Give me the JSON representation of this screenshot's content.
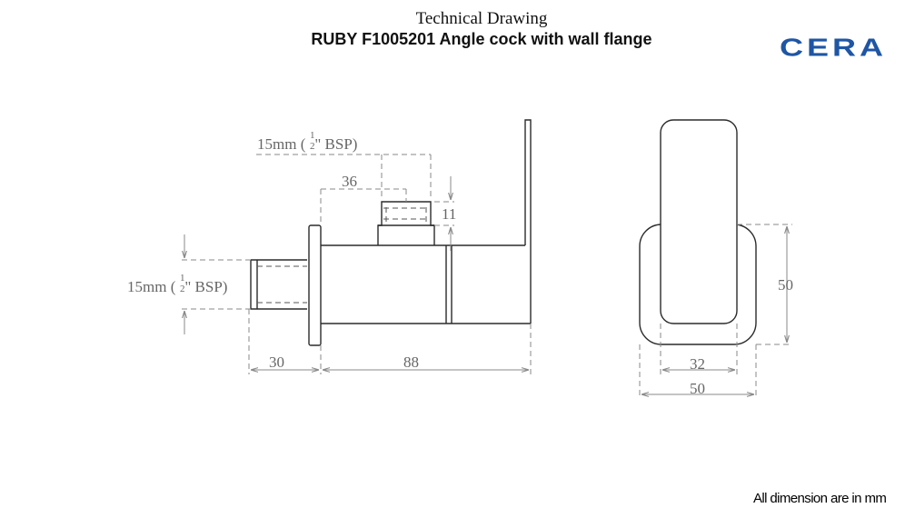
{
  "header": {
    "doc_type": "Technical Drawing",
    "product_title": "RUBY F1005201 Angle cock with wall flange"
  },
  "brand": {
    "logo_text": "CERA",
    "color": "#1e56a5"
  },
  "footnote": "All dimension are in mm",
  "side_view": {
    "dim_top_size": "15mm (",
    "dim_top_size_tail": "\" BSP)",
    "dim_left_size": "15mm (",
    "dim_left_size_tail": "\" BSP)",
    "fraction_num": "1",
    "fraction_den": "2",
    "dim_36": "36",
    "dim_11": "11",
    "dim_30": "30",
    "dim_88": "88"
  },
  "front_view": {
    "dim_50_height": "50",
    "dim_32": "32",
    "dim_50_width": "50"
  },
  "colors": {
    "outline": "#2b2b2b",
    "dimension": "#8a8a8a",
    "dimension_text": "#666666"
  }
}
